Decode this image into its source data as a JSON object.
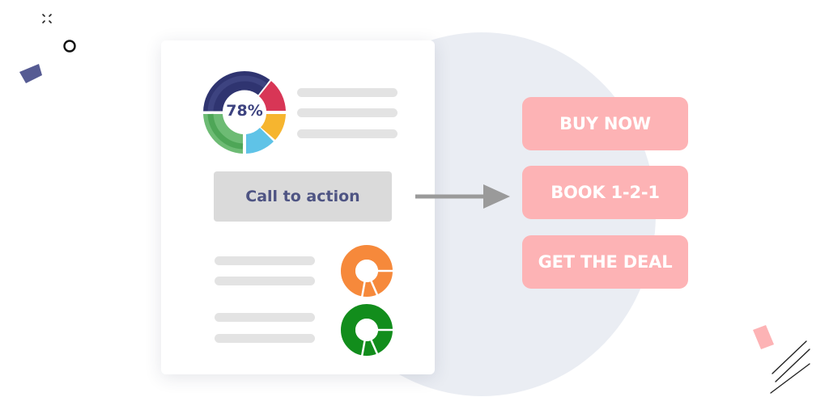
{
  "card": {
    "donut_percent_label": "78%",
    "cta_label": "Call to action"
  },
  "buttons": {
    "buy_now": "BUY NOW",
    "book": "BOOK 1-2-1",
    "get_deal": "GET THE DEAL"
  },
  "colors": {
    "navy": "#2f3470",
    "pink": "#fdb3b5",
    "orange": "#f6893b",
    "green": "#128d1c",
    "cta_text": "#4e5483"
  },
  "icons": [
    "donut-chart-icon",
    "orange-ring-icon",
    "green-ring-icon",
    "arrow-right-icon"
  ]
}
